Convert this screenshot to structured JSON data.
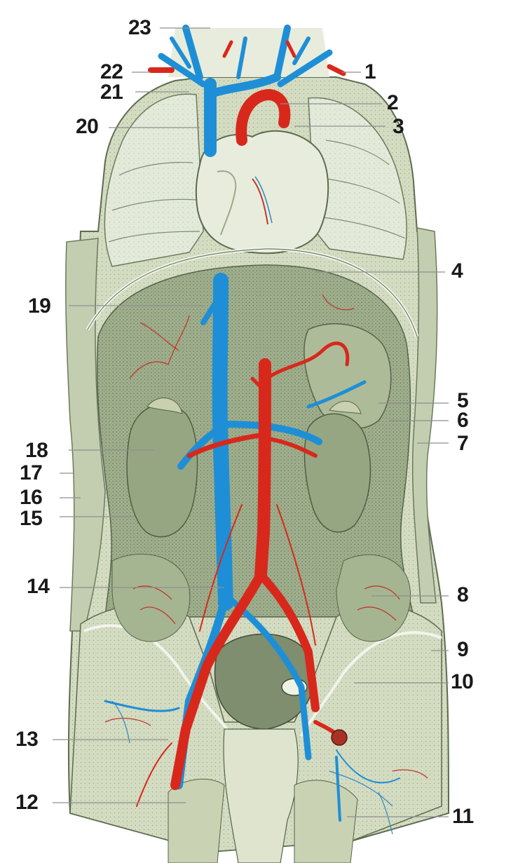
{
  "labels": {
    "n1": "1",
    "n2": "2",
    "n3": "3",
    "n4": "4",
    "n5": "5",
    "n6": "6",
    "n7": "7",
    "n8": "8",
    "n9": "9",
    "n10": "10",
    "n11": "11",
    "n12": "12",
    "n13": "13",
    "n14": "14",
    "n15": "15",
    "n16": "16",
    "n17": "17",
    "n18": "18",
    "n19": "19",
    "n20": "20",
    "n21": "21",
    "n22": "22",
    "n23": "23"
  },
  "colors": {
    "vein": "#1e8fd6",
    "artery": "#d8281c",
    "tissue": "#c9d3b4",
    "lung": "#dfe6d3",
    "outline": "#4a5a40",
    "leader": "#8a8a8a"
  }
}
